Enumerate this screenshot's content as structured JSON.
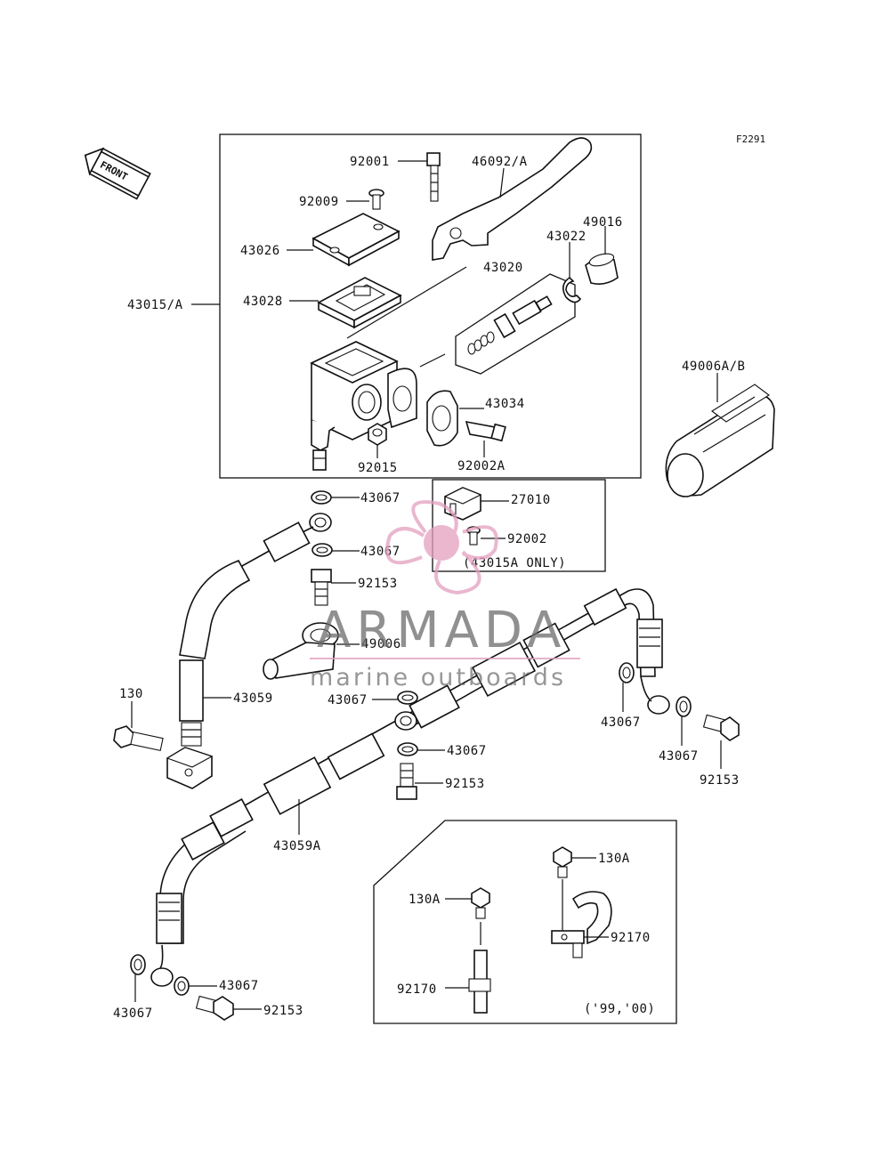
{
  "figure_code": "F2291",
  "front_label": "FRONT",
  "notes": {
    "model_43015a": "(43015A ONLY)",
    "years": "('99,'00)"
  },
  "watermark": {
    "brand": "ARMADA",
    "tagline": "marine outboards",
    "logo_color": "#e3a0bf"
  },
  "callouts": {
    "c92001": "92001",
    "c46092": "46092/A",
    "c92009": "92009",
    "c43026": "43026",
    "c49016": "49016",
    "c43022": "43022",
    "c43020": "43020",
    "c43015": "43015/A",
    "c43028": "43028",
    "c49006ab": "49006A/B",
    "c43034": "43034",
    "c92015": "92015",
    "c92002a": "92002A",
    "c43067a": "43067",
    "c27010": "27010",
    "c43067b": "43067",
    "c92002": "92002",
    "c92153a": "92153",
    "c49006": "49006",
    "c130": "130",
    "c43059": "43059",
    "c43067c": "43067",
    "c43067d": "43067",
    "c43067e": "43067",
    "c92153b": "92153",
    "c43067f": "43067",
    "c92153c": "92153",
    "c43059a": "43059A",
    "c130a1": "130A",
    "c130a2": "130A",
    "c92170a": "92170",
    "c92170b": "92170",
    "c43067g": "43067",
    "c43067h": "43067",
    "c92153d": "92153"
  }
}
